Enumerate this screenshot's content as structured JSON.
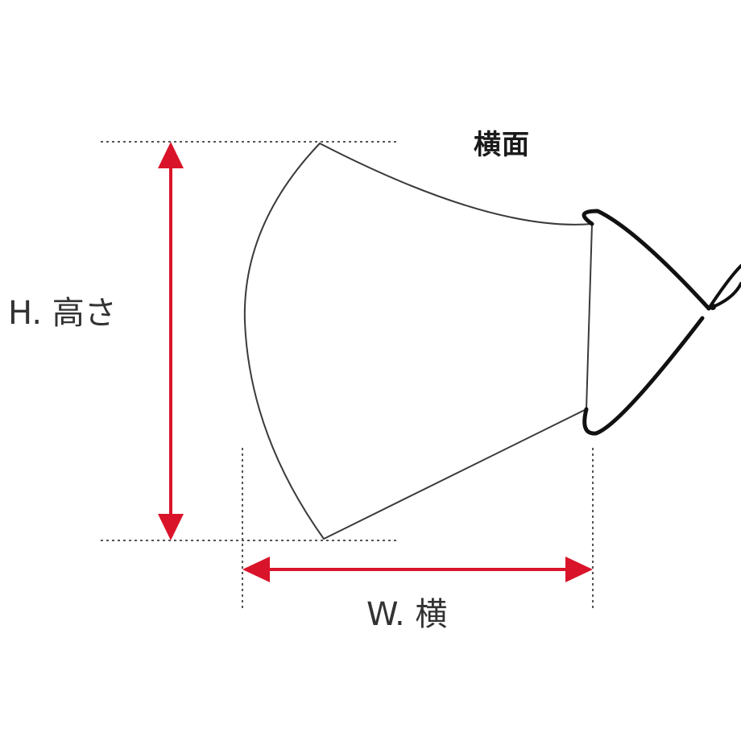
{
  "title": "横面",
  "height_label": "H. 高さ",
  "width_label": "W. 横",
  "colors": {
    "arrow": "#d9142a",
    "outline": "#3a3a3a",
    "ear_loop": "#111111",
    "guide": "#555555"
  },
  "icons": [
    "mask-side-outline-icon",
    "ear-loop-icon",
    "height-arrow-icon",
    "width-arrow-icon"
  ]
}
